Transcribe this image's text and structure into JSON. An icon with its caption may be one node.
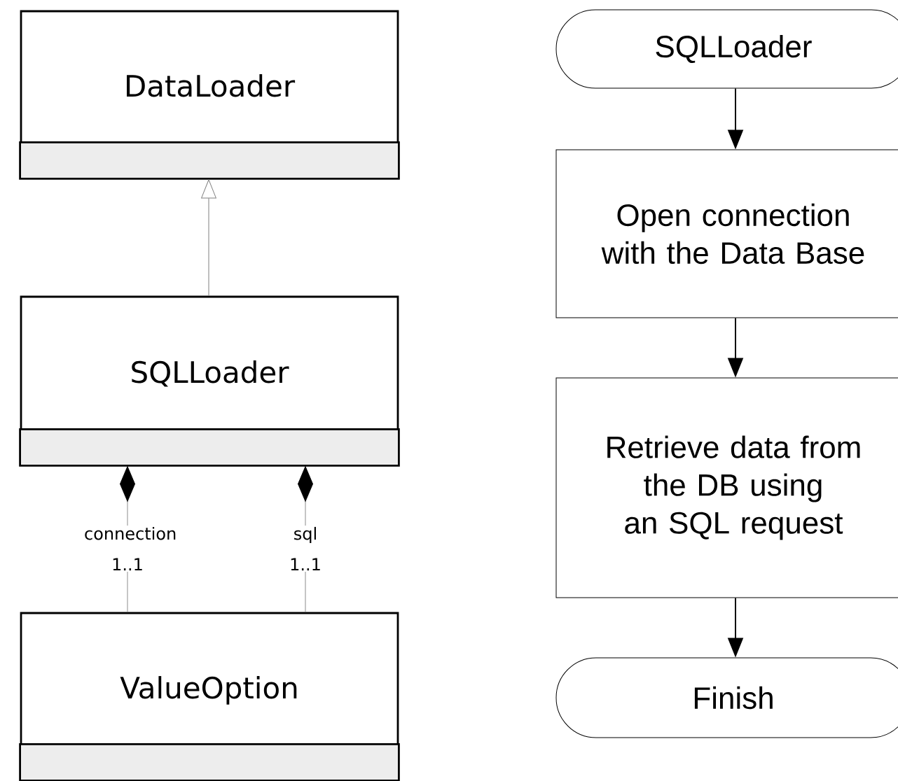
{
  "diagram": {
    "nodes": [
      {
        "text": [
          "DataLoader"
        ]
      },
      {
        "text": [
          "SQLLoader"
        ]
      },
      {
        "text": [
          "ValueOption"
        ]
      },
      {
        "text": [
          "SQLLoader"
        ]
      },
      {
        "text": [
          "Open connection with the Data Base"
        ]
      },
      {
        "text": [
          "Retrieve data from the DB using an SQL request"
        ]
      },
      {
        "text": [
          "Finish"
        ]
      }
    ],
    "edges": [
      {
        "from": 1,
        "to": 0,
        "arrow": "to",
        "color": "#808080"
      },
      {
        "from": 1,
        "to": 2,
        "arrow": "other",
        "label": "connection 1..1",
        "color": "#8c8c8c"
      },
      {
        "from": 1,
        "to": 2,
        "arrow": "other",
        "label": "sql 1..1",
        "color": "#8c8c8c"
      },
      {
        "from": 3,
        "to": 4,
        "arrow": "to"
      },
      {
        "from": 4,
        "to": 5,
        "arrow": "to"
      },
      {
        "from": 5,
        "to": 6,
        "arrow": "to"
      }
    ]
  }
}
